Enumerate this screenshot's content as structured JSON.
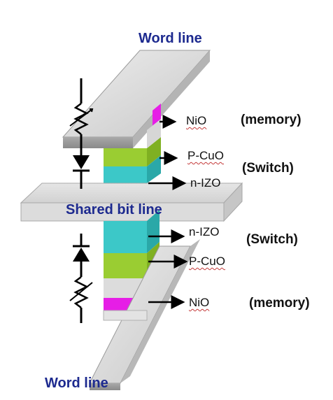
{
  "diagram": {
    "top_word_line": "Word line",
    "bottom_word_line": "Word line",
    "shared_bit_line": "Shared bit line",
    "upper_stack": {
      "nio": "NiO",
      "nio_role": "(memory)",
      "cuo": "P-CuO",
      "switch_role": "(Switch)",
      "izo": "n-IZO"
    },
    "lower_stack": {
      "izo": "n-IZO",
      "switch_role": "(Switch)",
      "cuo": "P-CuO",
      "nio": "NiO",
      "nio_role": "(memory)"
    },
    "colors": {
      "nio": "#e61ee6",
      "cuo": "#9acd32",
      "izo": "#3cc8c8",
      "electrode": "#d8d8d8",
      "arrow": "#000000"
    }
  }
}
